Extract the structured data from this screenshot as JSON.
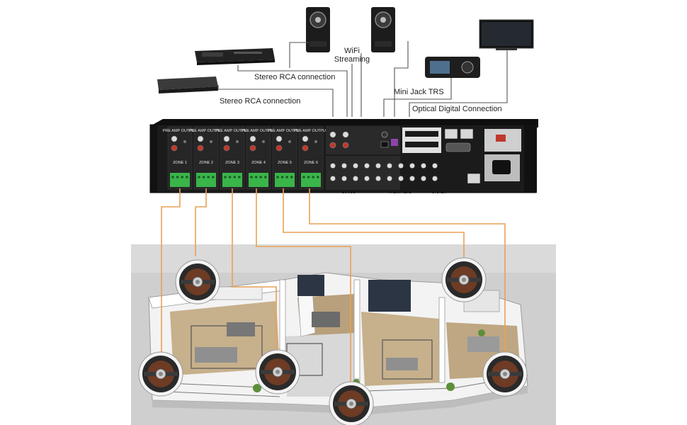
{
  "labels": {
    "wifi_line1": "WiFi",
    "wifi_line2": "Streaming",
    "stereo_rca_upper": "Stereo RCA connection",
    "stereo_rca_lower": "Stereo RCA connection",
    "mini_jack": "Mini Jack TRS",
    "optical": "Optical Digital Connection"
  },
  "amplifier": {
    "zones": [
      "ZONE 1",
      "ZONE 2",
      "ZONE 3",
      "ZONE 4",
      "ZONE 5",
      "ZONE 6"
    ],
    "zone_header": "PRE AMP OUTPUT",
    "bottom_labels": [
      "STATUS",
      "IR EMITTERS",
      "SYSTEM"
    ]
  },
  "colors": {
    "wire": "#e8a157",
    "chassis": "#1b1b1b",
    "terminal": "#3ab54a",
    "floor": "#c9c9c9",
    "connector_line": "#555555"
  }
}
